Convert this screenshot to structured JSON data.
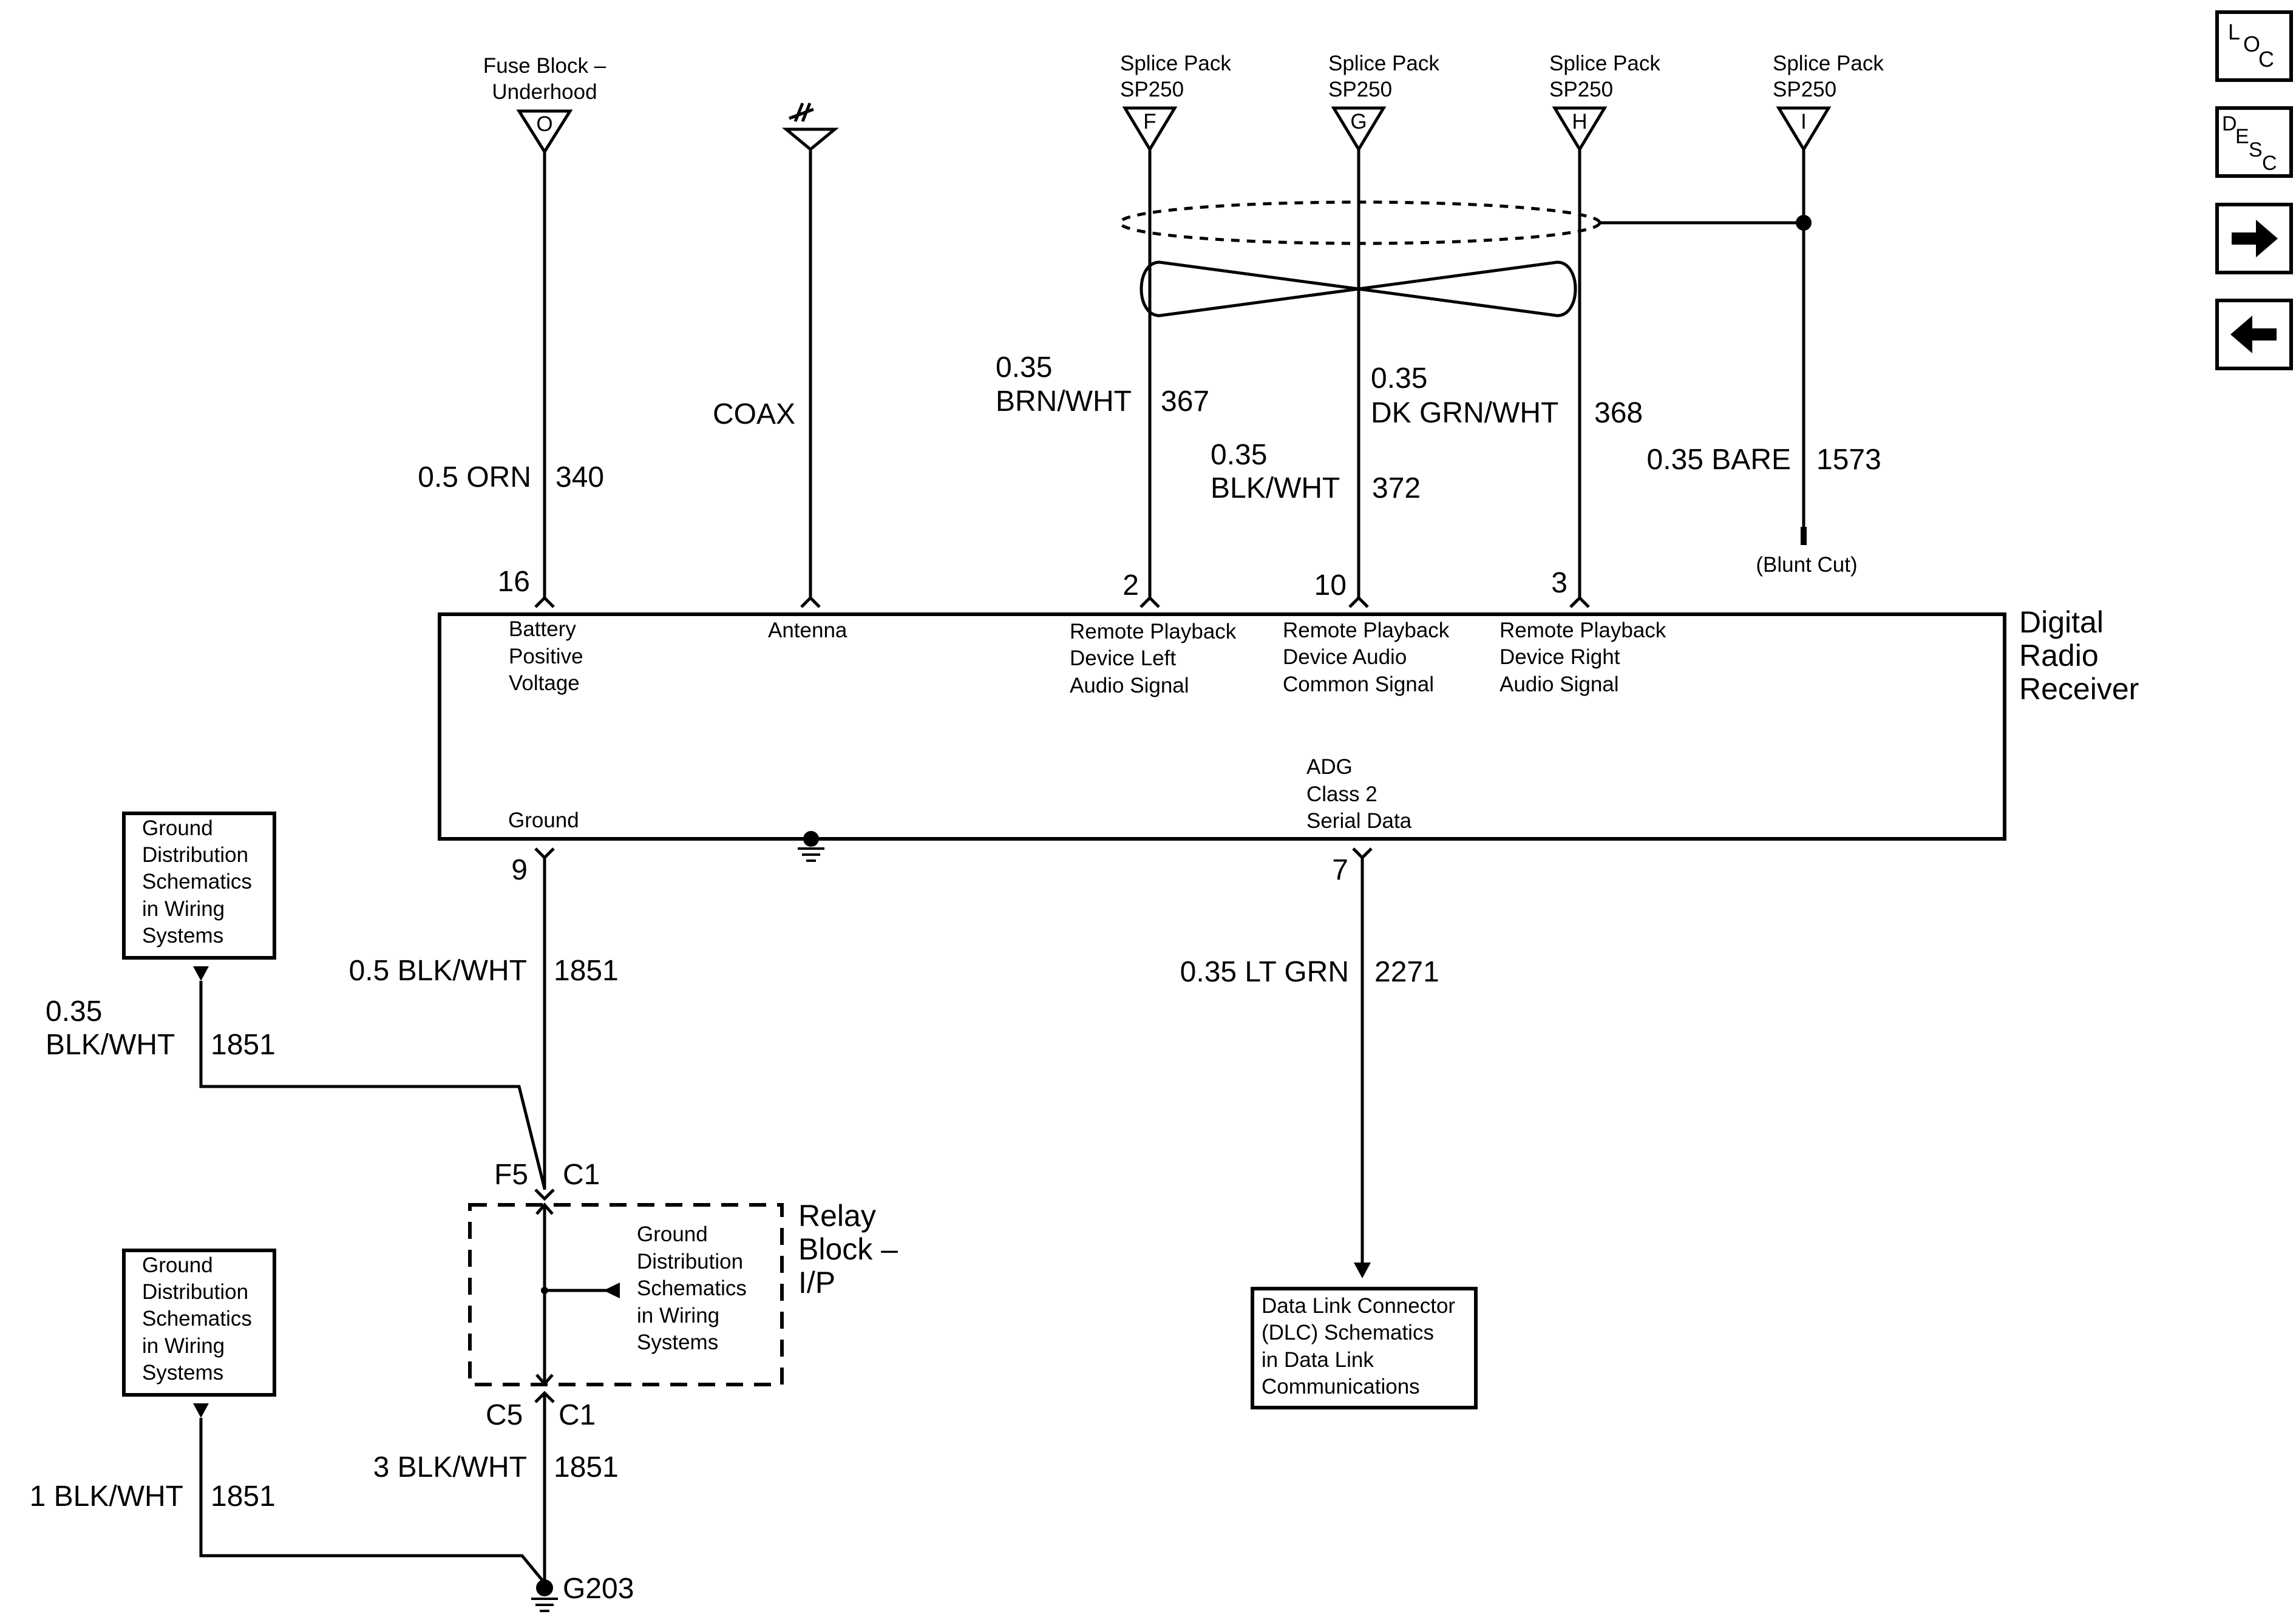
{
  "terminals": {
    "fuse": {
      "line1": "Fuse Block –",
      "line2": "Underhood",
      "letter": "O"
    },
    "sp_f": {
      "line1": "Splice Pack",
      "line2": "SP250",
      "letter": "F"
    },
    "sp_g": {
      "line1": "Splice Pack",
      "line2": "SP250",
      "letter": "G"
    },
    "sp_h": {
      "line1": "Splice Pack",
      "line2": "SP250",
      "letter": "H"
    },
    "sp_i": {
      "line1": "Splice Pack",
      "line2": "SP250",
      "letter": "I"
    }
  },
  "wires": {
    "w340": {
      "label": "0.5 ORN",
      "circuit": "340",
      "pin": "16"
    },
    "coax": {
      "label": "COAX"
    },
    "w367": {
      "gauge": "0.35",
      "color": "BRN/WHT",
      "circuit": "367",
      "pin": "2"
    },
    "w372": {
      "gauge": "0.35",
      "color": "BLK/WHT",
      "circuit": "372",
      "pin": "10"
    },
    "w368": {
      "gauge": "0.35",
      "color": "DK GRN/WHT",
      "circuit": "368",
      "pin": "3"
    },
    "w1573": {
      "label": "0.35 BARE",
      "circuit": "1573",
      "note": "(Blunt Cut)"
    },
    "w1851a": {
      "label": "0.5 BLK/WHT",
      "circuit": "1851",
      "pin": "9"
    },
    "w1851b": {
      "gauge": "0.35",
      "color": "BLK/WHT",
      "circuit": "1851"
    },
    "w2271": {
      "label": "0.35 LT GRN",
      "circuit": "2271",
      "pin": "7"
    },
    "w1851c": {
      "label": "3 BLK/WHT",
      "circuit": "1851"
    },
    "w1851d": {
      "label": "1 BLK/WHT",
      "circuit": "1851"
    }
  },
  "receiver": {
    "name": [
      "Digital",
      "Radio",
      "Receiver"
    ],
    "pins": {
      "battery": [
        "Battery",
        "Positive",
        "Voltage"
      ],
      "antenna": [
        "Antenna"
      ],
      "left": [
        "Remote Playback",
        "Device Left",
        "Audio Signal"
      ],
      "common": [
        "Remote Playback",
        "Device Audio",
        "Common Signal"
      ],
      "right": [
        "Remote Playback",
        "Device Right",
        "Audio Signal"
      ],
      "ground": [
        "Ground"
      ],
      "serial": [
        "ADG",
        "Class 2",
        "Serial Data"
      ]
    }
  },
  "relay_block": {
    "name": [
      "Relay",
      "Block –",
      "I/P"
    ],
    "top_cavity": "F5",
    "top_conn": "C1",
    "bottom_cavity": "C5",
    "bottom_conn": "C1",
    "ref": [
      "Ground",
      "Distribution",
      "Schematics",
      "in Wiring",
      "Systems"
    ]
  },
  "refs": {
    "ground_top": [
      "Ground",
      "Distribution",
      "Schematics",
      "in Wiring",
      "Systems"
    ],
    "ground_bottom": [
      "Ground",
      "Distribution",
      "Schematics",
      "in Wiring",
      "Systems"
    ],
    "dlc": [
      "Data Link Connector",
      "(DLC) Schematics",
      "in Data Link",
      "Communications"
    ]
  },
  "ground_point": "G203",
  "nav": {
    "loc": {
      "l": "L",
      "o": "O",
      "c": "C"
    },
    "desc": {
      "d": "D",
      "e": "E",
      "s": "S",
      "c": "C"
    },
    "forward_icon": "right-arrow-icon",
    "back_icon": "left-arrow-icon"
  }
}
